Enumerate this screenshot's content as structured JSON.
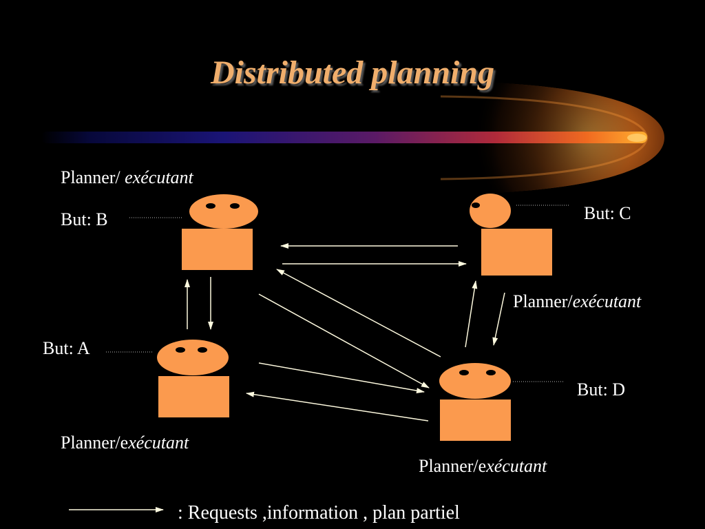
{
  "title": "Distributed planning",
  "colors": {
    "background": "#000000",
    "title": "#f0ae6c",
    "agent_fill": "#fb9a4e",
    "arrow": "#fffbe0",
    "text": "#ffffff"
  },
  "agents": {
    "b": {
      "role_prefix": "Planner/ ",
      "role_italic": "exécutant",
      "goal": "But: B"
    },
    "c": {
      "role_prefix": "Planner/",
      "role_italic": "exécutant",
      "goal": "But: C"
    },
    "a": {
      "role_prefix": "Planner/e",
      "role_italic": "xécutant",
      "goal": "But: A"
    },
    "d": {
      "role_prefix": "Planner/e",
      "role_italic": "xécutant",
      "goal": "But: D"
    }
  },
  "legend": {
    "text": ": Requests ,information , plan partiel"
  }
}
